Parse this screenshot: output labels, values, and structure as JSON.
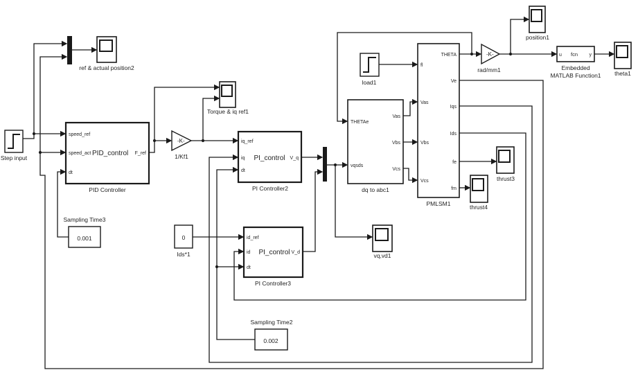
{
  "colors": {
    "background": "#ffffff",
    "wire": "#1a1a1a",
    "text": "#1f1f1f"
  },
  "blocks": {
    "step_input": {
      "caption": "Step input"
    },
    "pid_controller": {
      "caption": "PID Controller",
      "center_label": "PID_control",
      "ports": {
        "in1": "speed_ref",
        "in2": "speed_act",
        "in3": "dt",
        "out1": "F_ref"
      }
    },
    "gain_1kf1": {
      "label": "-K-",
      "caption": "1/Kf1"
    },
    "pi_controller2": {
      "caption": "PI Controller2",
      "center_label": "PI_control",
      "ports": {
        "in1": "iq_ref",
        "in2": "iq",
        "in3": "dt",
        "out1": "V_q"
      }
    },
    "pi_controller3": {
      "caption": "PI Controller3",
      "center_label": "PI_control",
      "ports": {
        "in1": "id_ref",
        "in2": "id",
        "in3": "dt",
        "out1": "V_d"
      }
    },
    "ids_constant": {
      "value": "0",
      "caption": "Ids*1"
    },
    "sampling_time3": {
      "caption": "Sampling Time3",
      "value": "0.001"
    },
    "sampling_time2": {
      "caption": "Sampling Time2",
      "value": "0.002"
    },
    "dq_to_abc": {
      "caption": "dq to abc1",
      "ports": {
        "in1": "THETAe",
        "in2": "vqsds",
        "out1": "Vas",
        "out2": "Vbs",
        "out3": "Vcs"
      }
    },
    "pmlsm": {
      "caption": "PMLSM1",
      "ports": {
        "in1": "fl",
        "in2": "Vas",
        "in3": "Vbs",
        "in4": "Vcs",
        "out1": "THETA",
        "out2": "Ve",
        "out3": "Iqs",
        "out4": "Ids",
        "out5": "fe",
        "out6": "fm"
      }
    },
    "load1": {
      "caption": "load1"
    },
    "gain_radmm": {
      "label": "-K-",
      "caption": "rad/mm1"
    },
    "embedded_matlab": {
      "caption_line1": "Embedded",
      "caption_line2": "MATLAB Function1",
      "ports": {
        "in": "u",
        "center": "fcn",
        "out": "y"
      }
    }
  },
  "scopes": {
    "ref_actual_position": {
      "caption": "ref & actual position2"
    },
    "torque_iq_ref": {
      "caption": "Torque & iq ref1"
    },
    "position1": {
      "caption": "position1"
    },
    "theta1": {
      "caption": "theta1"
    },
    "thrust3": {
      "caption": "thrust3"
    },
    "thrust4": {
      "caption": "thrust4"
    },
    "vq_vd": {
      "caption": "vq,vd1"
    }
  }
}
